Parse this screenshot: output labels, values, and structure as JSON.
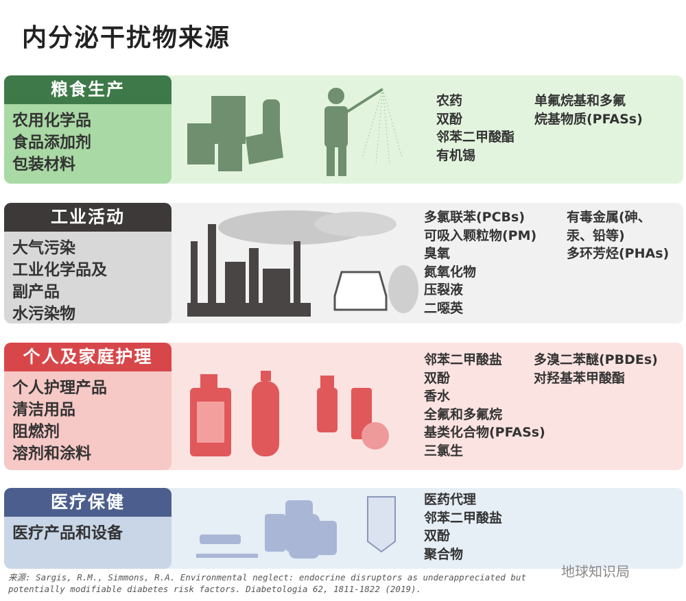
{
  "title": "内分泌干扰物来源",
  "sections": [
    {
      "header": "粮食生产",
      "left_items": [
        "农用化学品",
        "食品添加剂",
        "包装材料"
      ],
      "col1": "农药\n双酚\n邻苯二甲酸酯\n有机锡",
      "col2": "单氟烷基和多氟\n烷基物质(PFASs)",
      "colors": {
        "header": "#3e7a49",
        "left": "#a9d9a4",
        "right": "#e3f4de",
        "art": "#6f8f6f"
      }
    },
    {
      "header": "工业活动",
      "left_items": [
        "大气污染",
        "工业化学品及",
        "副产品",
        "水污染物"
      ],
      "col1": "多氯联苯(PCBs)\n可吸入颗粒物(PM)\n臭氧\n氮氧化物\n压裂液\n二噁英",
      "col2": "有毒金属(砷、\n汞、铅等)\n多环芳烃(PHAs)",
      "colors": {
        "header": "#3d3939",
        "left": "#d8d8d8",
        "right": "#f1f1f1",
        "art": "#4a4545"
      }
    },
    {
      "header": "个人及家庭护理",
      "left_items": [
        "个人护理产品",
        "清洁用品",
        "阻燃剂",
        "溶剂和涂料"
      ],
      "col1": "邻苯二甲酸盐\n双酚\n香水\n全氟和多氟烷\n基类化合物(PFASs)\n三氯生",
      "col2": "多溴二苯醚(PBDEs)\n对羟基苯甲酸酯",
      "colors": {
        "header": "#d7474a",
        "left": "#f6c8c6",
        "right": "#fbe3e1",
        "art": "#e0585a"
      }
    },
    {
      "header": "医疗保健",
      "left_items": [
        "医疗产品和设备"
      ],
      "col1": "医药代理\n邻苯二甲酸盐\n双酚\n聚合物",
      "col2": "",
      "colors": {
        "header": "#4b5e8d",
        "left": "#c8d6e8",
        "right": "#e6eef6",
        "art": "#a9b6d6"
      }
    }
  ],
  "source": "来源: Sargis, R.M., Simmons, R.A. Environmental neglect: endocrine disruptors as underappreciated but\npotentially modifiable diabetes risk factors. Diabetologia 62, 1811-1822 (2019).",
  "watermark": "地球知识局"
}
